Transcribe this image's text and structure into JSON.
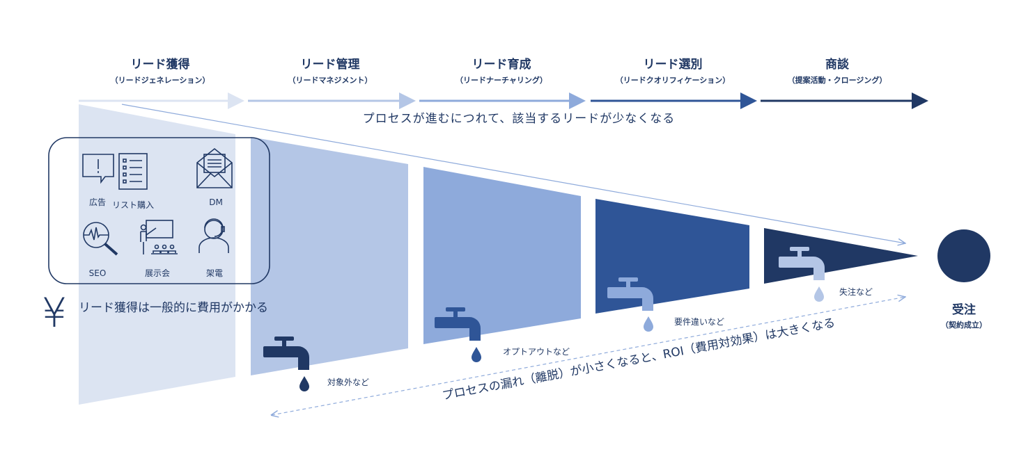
{
  "stages": [
    {
      "title": "リード獲得",
      "subtitle": "（リードジェネレーション）",
      "color": "#dce4f2"
    },
    {
      "title": "リード管理",
      "subtitle": "（リードマネジメント）",
      "color": "#b4c6e6"
    },
    {
      "title": "リード育成",
      "subtitle": "（リードナーチャリング）",
      "color": "#8eaadb"
    },
    {
      "title": "リード選別",
      "subtitle": "（リードクオリフィケーション）",
      "color": "#2f5597"
    },
    {
      "title": "商談",
      "subtitle": "（提案活動・クロージング）",
      "color": "#203864"
    }
  ],
  "funnel_caption": "プロセスが進むにつれて、該当するリードが少なくなる",
  "channels": [
    {
      "label": "広告",
      "icon": "speech-bubble-exclamation-icon"
    },
    {
      "label": "リスト購入",
      "icon": "checklist-icon"
    },
    {
      "label": "DM",
      "icon": "envelope-letter-icon"
    },
    {
      "label": "SEO",
      "icon": "magnifier-pulse-icon"
    },
    {
      "label": "展示会",
      "icon": "presentation-icon"
    },
    {
      "label": "架電",
      "icon": "headset-operator-icon"
    }
  ],
  "cost_note": "リード獲得は一般的に費用がかかる",
  "cost_icon": "yen-icon",
  "leaks": [
    "対象外など",
    "オプトアウトなど",
    "要件違いなど",
    "失注など"
  ],
  "roi_caption": "プロセスの漏れ（離脱）が小さくなると、ROI（費用対効果）は大きくなる",
  "goal": {
    "title": "受注",
    "subtitle": "（契約成立）",
    "color": "#203864"
  }
}
